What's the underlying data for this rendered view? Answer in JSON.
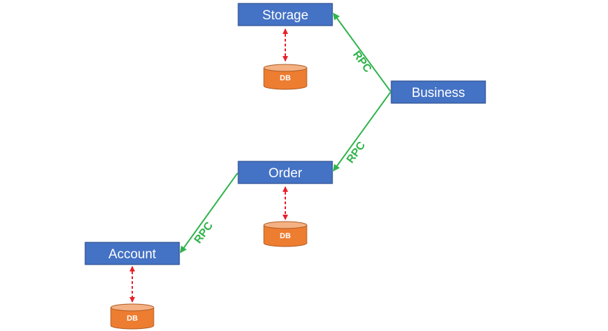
{
  "colors": {
    "service_fill": "#4472c4",
    "service_stroke": "#2f528f",
    "db_fill": "#ed7d31",
    "db_top": "#f4b183",
    "db_stroke": "#ae5a21",
    "rpc": "#2fb34a",
    "db_link": "#e8202a"
  },
  "services": {
    "storage": "Storage",
    "business": "Business",
    "order": "Order",
    "account": "Account"
  },
  "databases": {
    "storage_db": "DB",
    "order_db": "DB",
    "account_db": "DB"
  },
  "rpc_labels": {
    "business_to_storage": "RPC",
    "business_to_order": "RPC",
    "order_to_account": "RPC"
  }
}
